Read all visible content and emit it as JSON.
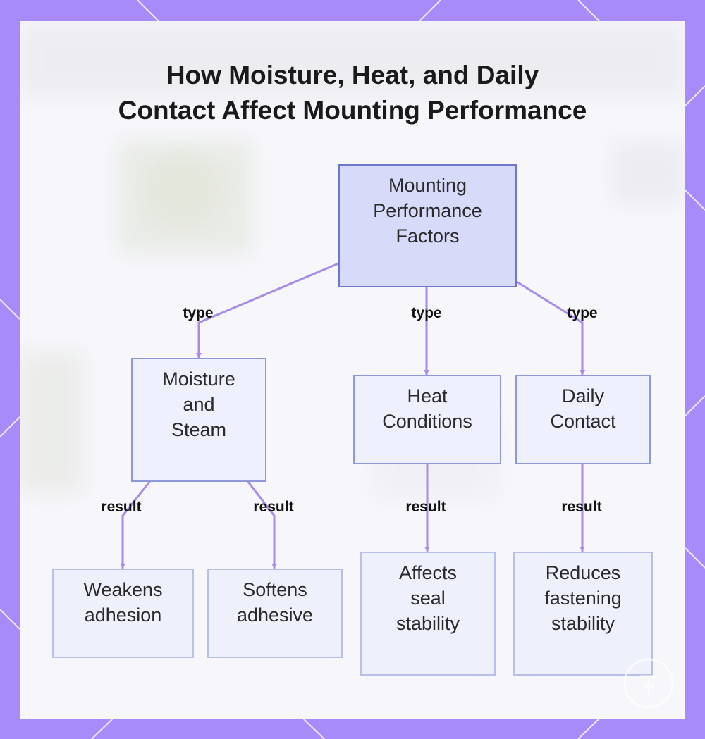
{
  "title_lines": [
    "How Moisture, Heat, and Daily",
    "Contact Affect Mounting Performance"
  ],
  "colors": {
    "frame": "#a78bfa",
    "edge": "#a88be6",
    "root_fill": "#d7daf8",
    "node_border": "#8a94d8"
  },
  "nodes": {
    "root": "Mounting\nPerformance\nFactors",
    "moisture": "Moisture\nand\nSteam",
    "heat": "Heat\nConditions",
    "daily": "Daily\nContact",
    "weakens": "Weakens\nadhesion",
    "softens": "Softens\nadhesive",
    "affects": "Affects\nseal\nstability",
    "reduces": "Reduces\nfastening\nstability"
  },
  "edge_labels": {
    "root_moisture": "type",
    "root_heat": "type",
    "root_daily": "type",
    "moisture_weakens": "result",
    "moisture_softens": "result",
    "heat_affects": "result",
    "daily_reduces": "result"
  }
}
